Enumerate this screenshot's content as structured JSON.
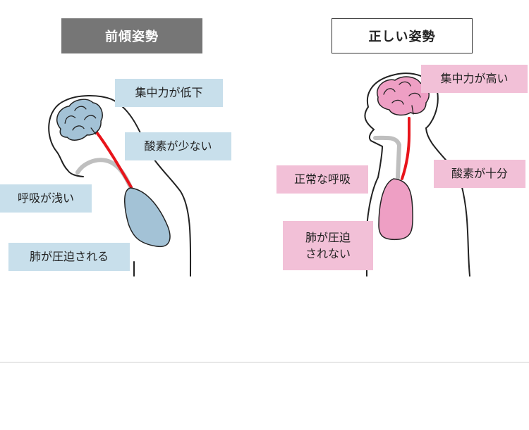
{
  "titles": {
    "bad": "前傾姿勢",
    "good": "正しい姿勢"
  },
  "bad_labels": {
    "concentration": "集中力が低下",
    "oxygen": "酸素が少ない",
    "breathing": "呼吸が浅い",
    "lungs": "肺が圧迫される"
  },
  "good_labels": {
    "concentration": "集中力が高い",
    "oxygen": "酸素が十分",
    "breathing": "正常な呼吸",
    "lungs_line1": "肺が圧迫",
    "lungs_line2": "されない"
  },
  "colors": {
    "bad_box": "#767676",
    "bad_label_bg": "#c8dfeb",
    "bad_organ": "#a3c2d6",
    "good_label_bg": "#f2c0d7",
    "good_organ": "#ee9fc4",
    "artery": "#e8141b",
    "airway": "#bfbfbf"
  }
}
